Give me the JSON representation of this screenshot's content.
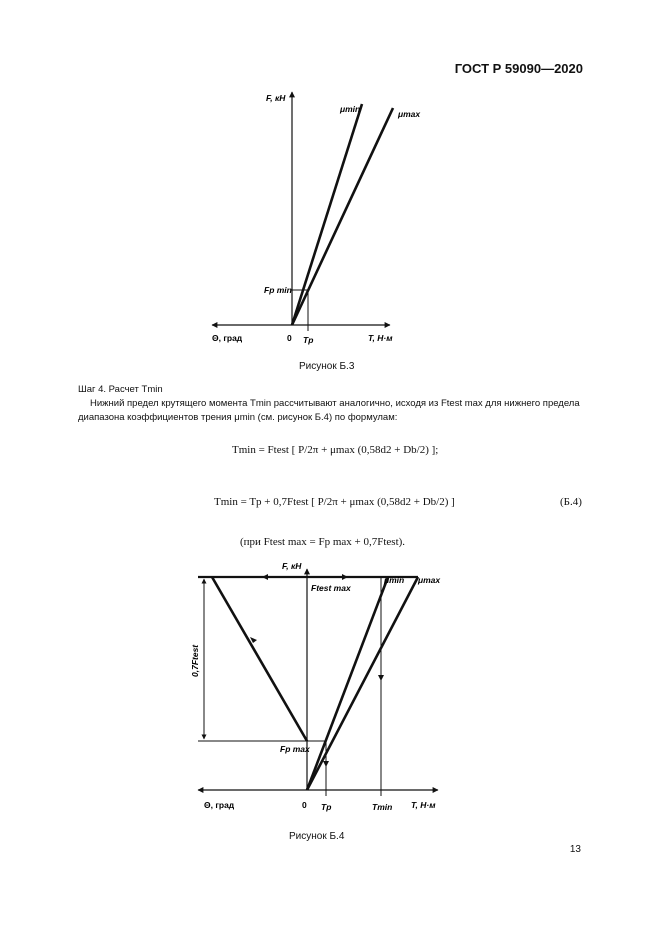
{
  "header": {
    "standard": "ГОСТ Р 59090—2020"
  },
  "figure_b3": {
    "axis_y_label": "F, кН",
    "axis_x_right_label": "T, Н·м",
    "axis_x_left_label": "Θ, град",
    "origin_label": "0",
    "mu_min_label": "μmin",
    "mu_max_label": "μmax",
    "fp_min_label": "Fp min",
    "tp_label": "Tp",
    "caption": "Рисунок Б.3"
  },
  "step4": {
    "title": "Шаг 4. Расчет Tmin",
    "paragraph": "Нижний предел крутящего момента Tmin рассчитывают аналогично, исходя из Ftest max для нижнего предела диапазона коэффициентов трения μmin (см. рисунок Б.4) по формулам:",
    "formula1": "Tmin = Ftest [ P/2π + μmax (0,58d2 + Db/2) ];",
    "formula2": "Tmin = Tp + 0,7Ftest [ P/2π + μmax (0,58d2 + Db/2) ]",
    "formula2_number": "(Б.4)",
    "formula3": "(при Ftest max = Fp max + 0,7Ftest)."
  },
  "figure_b4": {
    "axis_y_label": "F, кН",
    "axis_x_right_label": "T, Н·м",
    "axis_x_left_label": "Θ, град",
    "origin_label": "0",
    "mu_min_label": "μmin",
    "mu_max_label": "μmax",
    "ftest_max_label": "Ftest max",
    "fp_max_label": "Fp max",
    "tp_label": "Tp",
    "tmin_label": "Tmin",
    "delta_label": "0,7Ftest",
    "caption": "Рисунок Б.4"
  },
  "page_number": "13"
}
